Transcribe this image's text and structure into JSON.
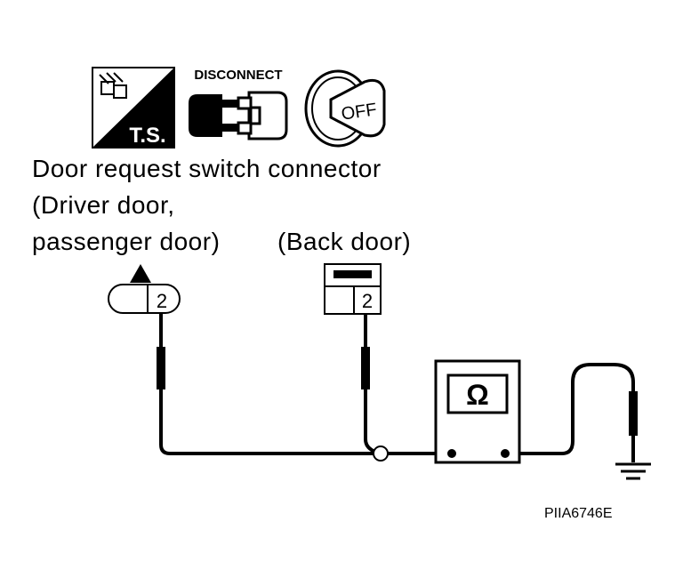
{
  "icons": {
    "ts_label": "T.S.",
    "disconnect_label": "DISCONNECT",
    "ignition_label": "OFF"
  },
  "labels": {
    "line1": "Door request switch connector",
    "line2": "(Driver door,",
    "line3": "passenger door)",
    "back_door": "(Back door)"
  },
  "connectors": {
    "driver_pin": "2",
    "back_pin": "2"
  },
  "meter": {
    "symbol": "Ω"
  },
  "figure_code": "PIIA6746E"
}
